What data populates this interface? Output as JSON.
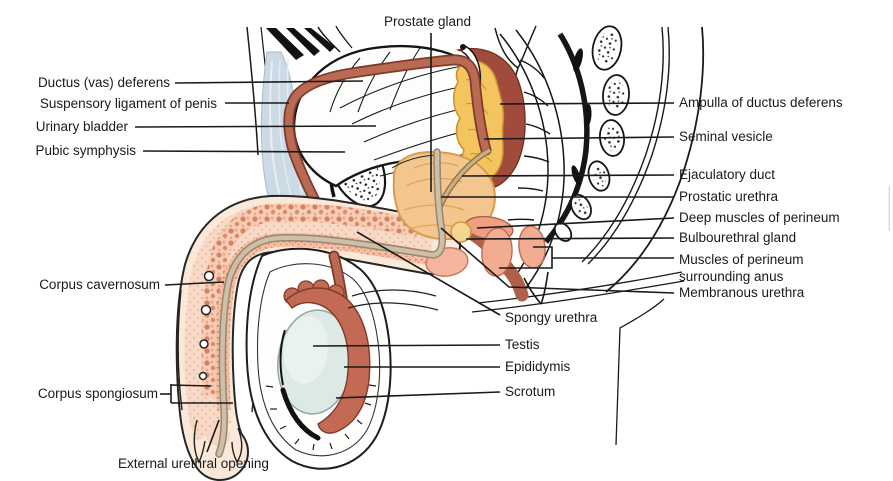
{
  "labels": [
    {
      "id": "prostate-gland",
      "text": "Prostate gland"
    },
    {
      "id": "ductus-deferens",
      "text": "Ductus (vas) deferens"
    },
    {
      "id": "suspensory-ligament",
      "text": "Suspensory ligament of penis"
    },
    {
      "id": "urinary-bladder",
      "text": "Urinary bladder"
    },
    {
      "id": "pubic-symphysis",
      "text": "Pubic symphysis"
    },
    {
      "id": "corpus-cavernosum",
      "text": "Corpus cavernosum"
    },
    {
      "id": "corpus-spongiosum",
      "text": "Corpus spongiosum"
    },
    {
      "id": "external-urethral-opening",
      "text": "External urethral opening"
    },
    {
      "id": "ampulla-of-ductus-deferens",
      "text": "Ampulla of ductus deferens"
    },
    {
      "id": "seminal-vesicle",
      "text": "Seminal vesicle"
    },
    {
      "id": "ejaculatory-duct",
      "text": "Ejaculatory duct"
    },
    {
      "id": "prostatic-urethra",
      "text": "Prostatic urethra"
    },
    {
      "id": "deep-muscles-of-perineum",
      "text": "Deep muscles of perineum"
    },
    {
      "id": "bulbourethral-gland",
      "text": "Bulbourethral gland"
    },
    {
      "id": "muscles-of-perineum-surrounding-anus",
      "text": "Muscles of perineum surrounding anus"
    },
    {
      "id": "membranous-urethra",
      "text": "Membranous urethra"
    },
    {
      "id": "spongy-urethra",
      "text": "Spongy urethra"
    },
    {
      "id": "testis",
      "text": "Testis"
    },
    {
      "id": "epididymis",
      "text": "Epididymis"
    },
    {
      "id": "scrotum",
      "text": "Scrotum"
    }
  ],
  "colors": {
    "outline": "#1a1a1a",
    "skin_cream": "#FAE9D9",
    "erectile_tissue": "#F3C1A8",
    "erectile_dots": "#DD8465",
    "ductus_deferens": "#BA6A52",
    "epididymis": "#C26A54",
    "testis": "#DCE9E5",
    "suspensory_ligament": "#CBDAE5",
    "prostate": "#F2C68C",
    "seminal_vesicle": "#F4C45E",
    "ampulla_rectum": "#A04B3B",
    "bulbourethral_gland": "#F6D491",
    "urethra": "#CFBEA8",
    "perineal_muscle": "#F2AC92",
    "bone_white": "#FFFFFF",
    "background": "#FFFFFF"
  }
}
